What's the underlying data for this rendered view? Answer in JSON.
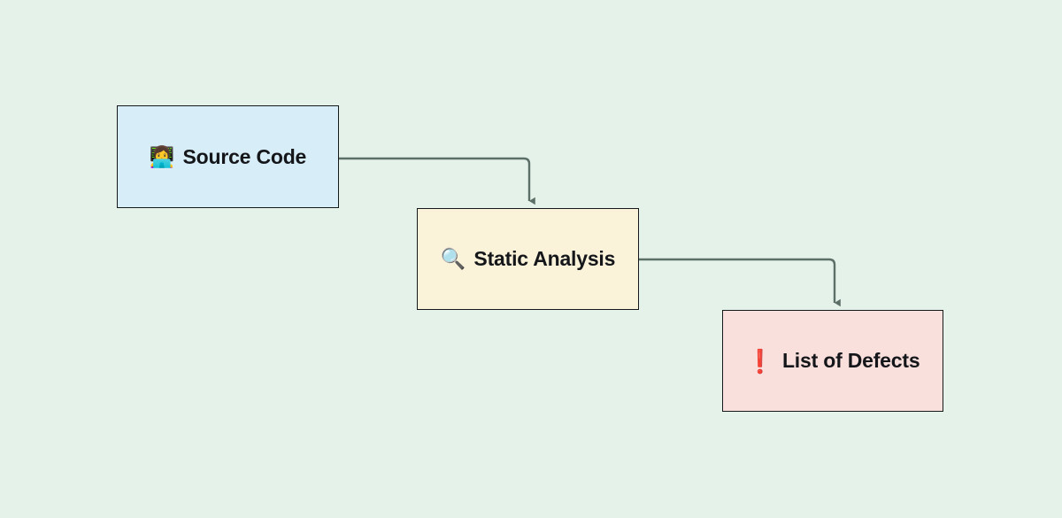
{
  "diagram": {
    "background_color": "#e4f2ea",
    "edge_color": "#5d7068",
    "node_border_color": "#16191c",
    "nodes": [
      {
        "id": "source-code",
        "label": "Source Code",
        "icon": "👩‍💻",
        "icon_name": "technologist-laptop-icon",
        "fill": "#d7edf7"
      },
      {
        "id": "static-analysis",
        "label": "Static Analysis",
        "icon": "🔍",
        "icon_name": "magnifying-glass-icon",
        "fill": "#faf3da"
      },
      {
        "id": "list-of-defects",
        "label": "List of Defects",
        "icon": "❗",
        "icon_name": "exclamation-mark-icon",
        "fill": "#fae0dd"
      }
    ],
    "edges": [
      {
        "id": "edge-source-to-static",
        "from": "source-code",
        "to": "static-analysis"
      },
      {
        "id": "edge-static-to-defects",
        "from": "static-analysis",
        "to": "list-of-defects"
      }
    ]
  }
}
